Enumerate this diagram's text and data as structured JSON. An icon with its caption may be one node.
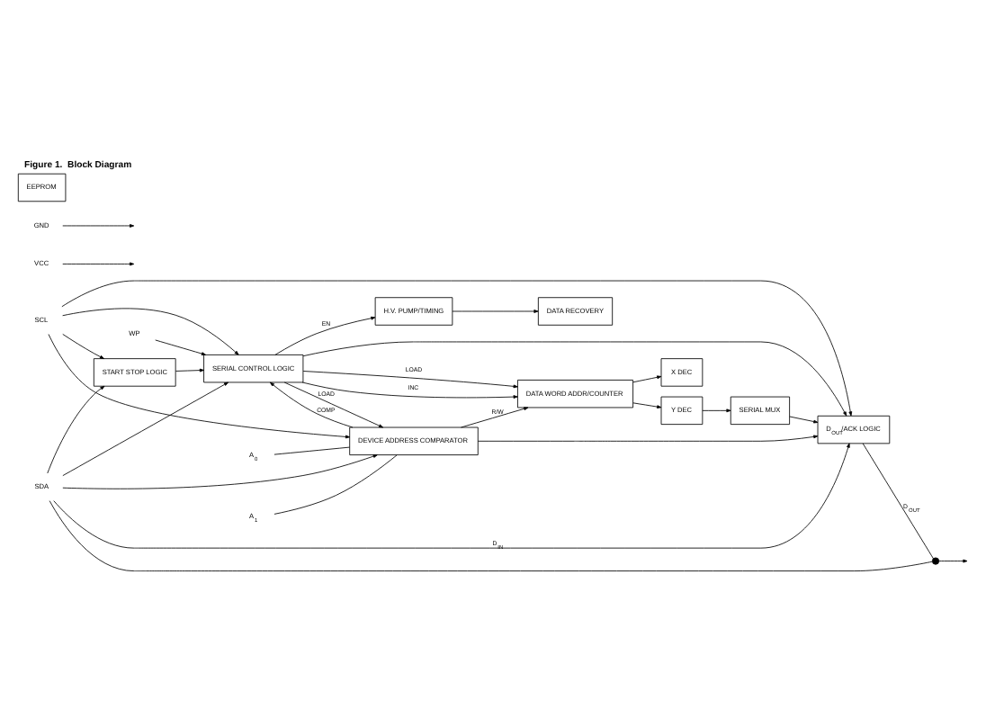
{
  "diagram": {
    "title": "Figure 1.  Block Diagram",
    "nodes": [
      {
        "text": [
          "WP"
        ]
      },
      {
        "text": [
          "VCC"
        ]
      },
      {
        "text": [
          "GND"
        ]
      },
      {
        "text": [
          "SCL"
        ]
      },
      {
        "text": [
          "SDA"
        ]
      },
      {
        "text": [
          "START STOP LOGIC"
        ]
      },
      {
        "text": [
          "SERIAL CONTROL LOGIC"
        ]
      },
      {
        "text": [
          "DEVICE ADDRESS COMPARATOR"
        ]
      },
      {
        "text": [
          "A$_{1}$"
        ]
      },
      {
        "text": [
          "A$_{0}$"
        ]
      },
      {
        "text": [
          "DATA WORD ADDR/COUNTER"
        ]
      },
      {
        "text": [
          "H.V. PUMP/TIMING"
        ]
      },
      {
        "text": [
          "DATA RECOVERY"
        ]
      },
      {
        "text": [
          "X DEC"
        ]
      },
      {
        "text": [
          "EEPROM"
        ]
      },
      {
        "text": [
          "Y DEC"
        ]
      },
      {
        "text": [
          "SERIAL MUX"
        ]
      },
      {
        "text": [
          "D$_{OUT}$/ACK LOGIC"
        ]
      },
      {
        "text": [],
        "shape": "transistor"
      }
    ],
    "edges": [
      {
        "from": 0,
        "to": 6,
        "arrow": "to"
      },
      {
        "from": 1,
        "to": null,
        "arrow": "to"
      },
      {
        "from": 2,
        "to": null,
        "arrow": "to"
      },
      {
        "from": 3,
        "to": 5,
        "arrow": "to"
      },
      {
        "from": 4,
        "to": 5,
        "arrow": "to"
      },
      {
        "from": 5,
        "to": 6,
        "arrow": "to"
      },
      {
        "from": 3,
        "to": 6,
        "arrow": "to"
      },
      {
        "from": 4,
        "to": 6,
        "arrow": "to"
      },
      {
        "from": 6,
        "to": 7,
        "label": "LOAD",
        "arrow": "to"
      },
      {
        "from": 4,
        "to": 7,
        "arrow": "to"
      },
      {
        "from": 3,
        "to": 7,
        "arrow": "to"
      },
      {
        "from": 7,
        "to": 6,
        "label": "COMP",
        "arrow": "to"
      },
      {
        "from": 8,
        "to": 7,
        "arrow": "none"
      },
      {
        "from": 9,
        "to": 7,
        "arrow": "none"
      },
      {
        "from": 6,
        "to": 11,
        "label": "EN",
        "arrow": "to"
      },
      {
        "from": 6,
        "to": 10,
        "label": "LOAD",
        "arrow": "to"
      },
      {
        "from": 6,
        "to": 10,
        "label": "INC",
        "arrow": "to"
      },
      {
        "from": 7,
        "to": 10,
        "label": "R/W",
        "arrow": "to"
      },
      {
        "from": 11,
        "to": 12,
        "arrow": "to"
      },
      {
        "from": 10,
        "to": 13,
        "arrow": "to"
      },
      {
        "from": 10,
        "to": 15,
        "arrow": "to"
      },
      {
        "from": 15,
        "to": 16,
        "arrow": "to"
      },
      {
        "from": 16,
        "to": 17,
        "arrow": "to"
      },
      {
        "from": 6,
        "to": 17,
        "arrow": "to"
      },
      {
        "from": 7,
        "to": 17,
        "arrow": "to"
      },
      {
        "from": 4,
        "to": 17,
        "label": "D$_{IN}$",
        "arrow": "to"
      },
      {
        "from": 3,
        "to": 17,
        "arrow": "to"
      },
      {
        "from": 17,
        "to": 18,
        "label": "D$_{OUT}$",
        "arrow": "none"
      },
      {
        "from": 4,
        "to": 18,
        "arrow": "none"
      },
      {
        "from": 18,
        "to": null,
        "arrow": "to"
      }
    ]
  }
}
